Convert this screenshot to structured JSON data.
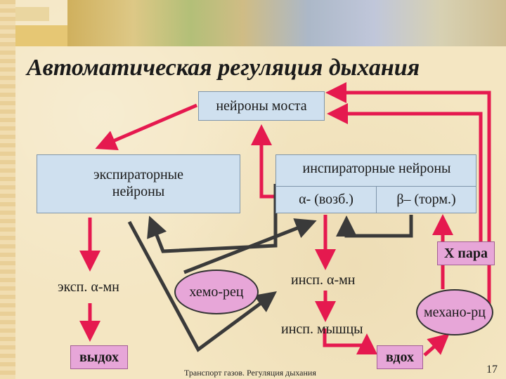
{
  "title": "Автоматическая регуляция дыхания",
  "nodes": {
    "pons_neurons": "нейроны моста",
    "expiratory_line1": "экспираторные",
    "expiratory_line2": "нейроны",
    "inspiratory": "инспираторные нейроны",
    "alpha": "α- (возб.)",
    "beta": "β– (торм.)",
    "vagus": "Х пара",
    "exp_alpha_mn": "эксп. α-мн",
    "chemoreceptors": "хемо-рец",
    "insp_alpha_mn": "инсп. α-мн",
    "mechanoreceptors": "механо-рц",
    "insp_muscles": "инсп. мышцы",
    "exhale": "выдох",
    "inhale": "вдох"
  },
  "footer": "Транспорт газов. Регуляция дыхания",
  "page_number": "17",
  "colors": {
    "arrow_red": "#e5194f",
    "arrow_dark": "#3a3a3a",
    "box_fill": "#cfe0ef",
    "pink_fill": "#e7a6d8"
  }
}
